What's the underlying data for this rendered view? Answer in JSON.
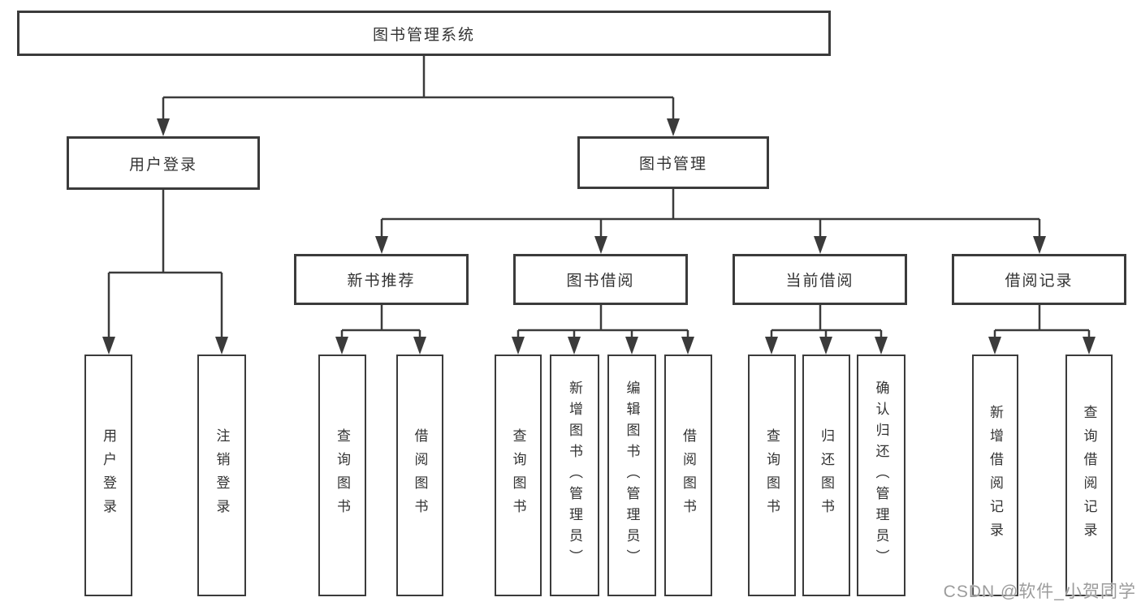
{
  "tree": {
    "root": {
      "label": "图书管理系统",
      "children": [
        {
          "label": "用户登录",
          "children": [
            {
              "label": "用户登录"
            },
            {
              "label": "注销登录"
            }
          ]
        },
        {
          "label": "图书管理",
          "children": [
            {
              "label": "新书推荐",
              "children": [
                {
                  "label": "查询图书"
                },
                {
                  "label": "借阅图书"
                }
              ]
            },
            {
              "label": "图书借阅",
              "children": [
                {
                  "label": "查询图书"
                },
                {
                  "label": "新增图书（管理员）"
                },
                {
                  "label": "编辑图书（管理员）"
                },
                {
                  "label": "借阅图书"
                }
              ]
            },
            {
              "label": "当前借阅",
              "children": [
                {
                  "label": "查询图书"
                },
                {
                  "label": "归还图书"
                },
                {
                  "label": "确认归还（管理员）"
                }
              ]
            },
            {
              "label": "借阅记录",
              "children": [
                {
                  "label": "新增借阅记录"
                },
                {
                  "label": "查询借阅记录"
                }
              ]
            }
          ]
        }
      ]
    }
  },
  "watermark": "CSDN @软件_小贺同学",
  "colors": {
    "line": "#3b3b3b",
    "text": "#333333",
    "watermark": "#9c9c9c",
    "background": "#ffffff"
  }
}
